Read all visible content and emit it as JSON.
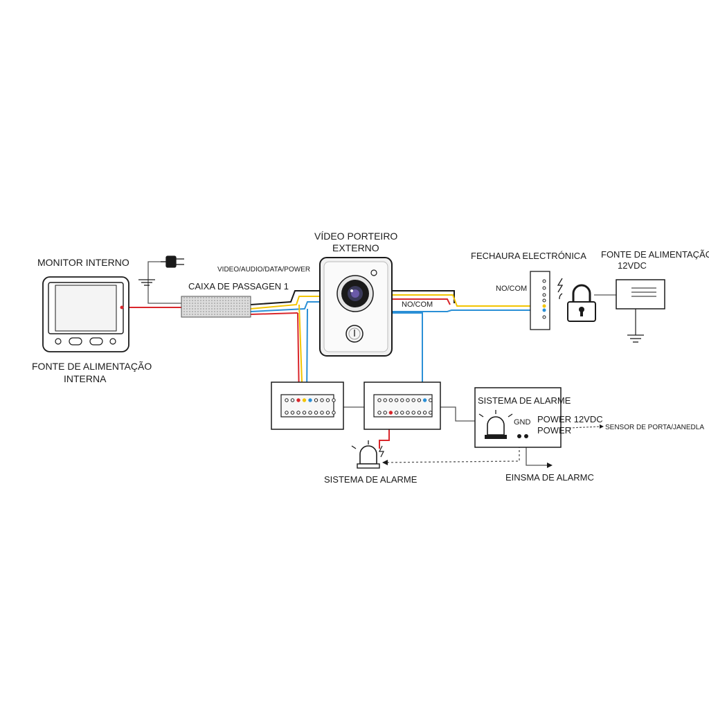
{
  "labels": {
    "monitor_title": "MONITOR INTERNO",
    "monitor_psu_line1": "FONTE DE ALIMENTAÇÃO",
    "monitor_psu_line2": "INTERNA",
    "cable_label": "VIDEO/AUDIO/DATA/POWER",
    "junction_box": "CAIXA DE PASSAGEN 1",
    "doorbell_line1": "VÍDEO PORTEIRO",
    "doorbell_line2": "EXTERNO",
    "nocom_center": "NO/COM",
    "lock_title": "FECHAURA ELECTRÓNICA",
    "lock_nocom": "NO/COM",
    "psu_line1": "FONTE DE ALIMENTAÇÃO",
    "psu_line2": "12VDC",
    "alarm_box_title": "SISTEMA DE ALARME",
    "alarm_gnd": "GND",
    "alarm_power12": "POWER 12VDC",
    "alarm_power": "POWER",
    "sensor": "SENSOR DE PORTA/JANEDLA",
    "siren_label": "SISTEMA DE ALARME",
    "alarm_out_label": "EINSMA DE ALARMC"
  },
  "wire_colors": {
    "black": "#1a1a1a",
    "red": "#d9262b",
    "yellow": "#f2c400",
    "blue": "#2a8fd6",
    "gray": "#555555"
  }
}
